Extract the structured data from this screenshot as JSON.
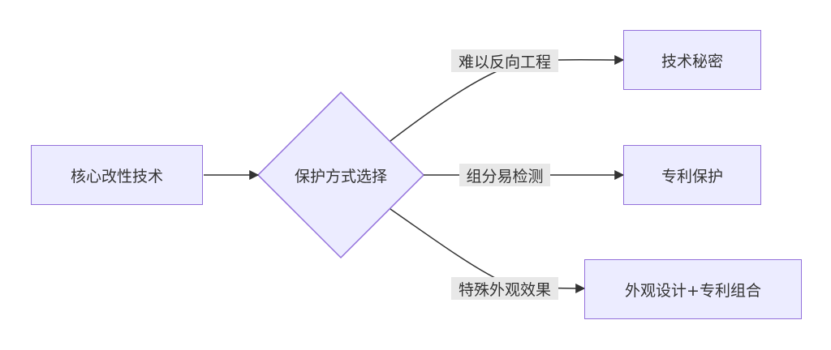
{
  "nodes": {
    "start": "核心改性技术",
    "decision": "保护方式选择",
    "secret": "技术秘密",
    "patent": "专利保护",
    "combo": "外观设计+专利组合"
  },
  "edges": {
    "reverse": "难以反向工程",
    "detect": "组分易检测",
    "appearance": "特殊外观效果"
  },
  "colors": {
    "node_fill": "#ECECFF",
    "node_stroke": "#9370DB",
    "edge": "#333333",
    "edge_label_bg": "#E8E8E8"
  }
}
